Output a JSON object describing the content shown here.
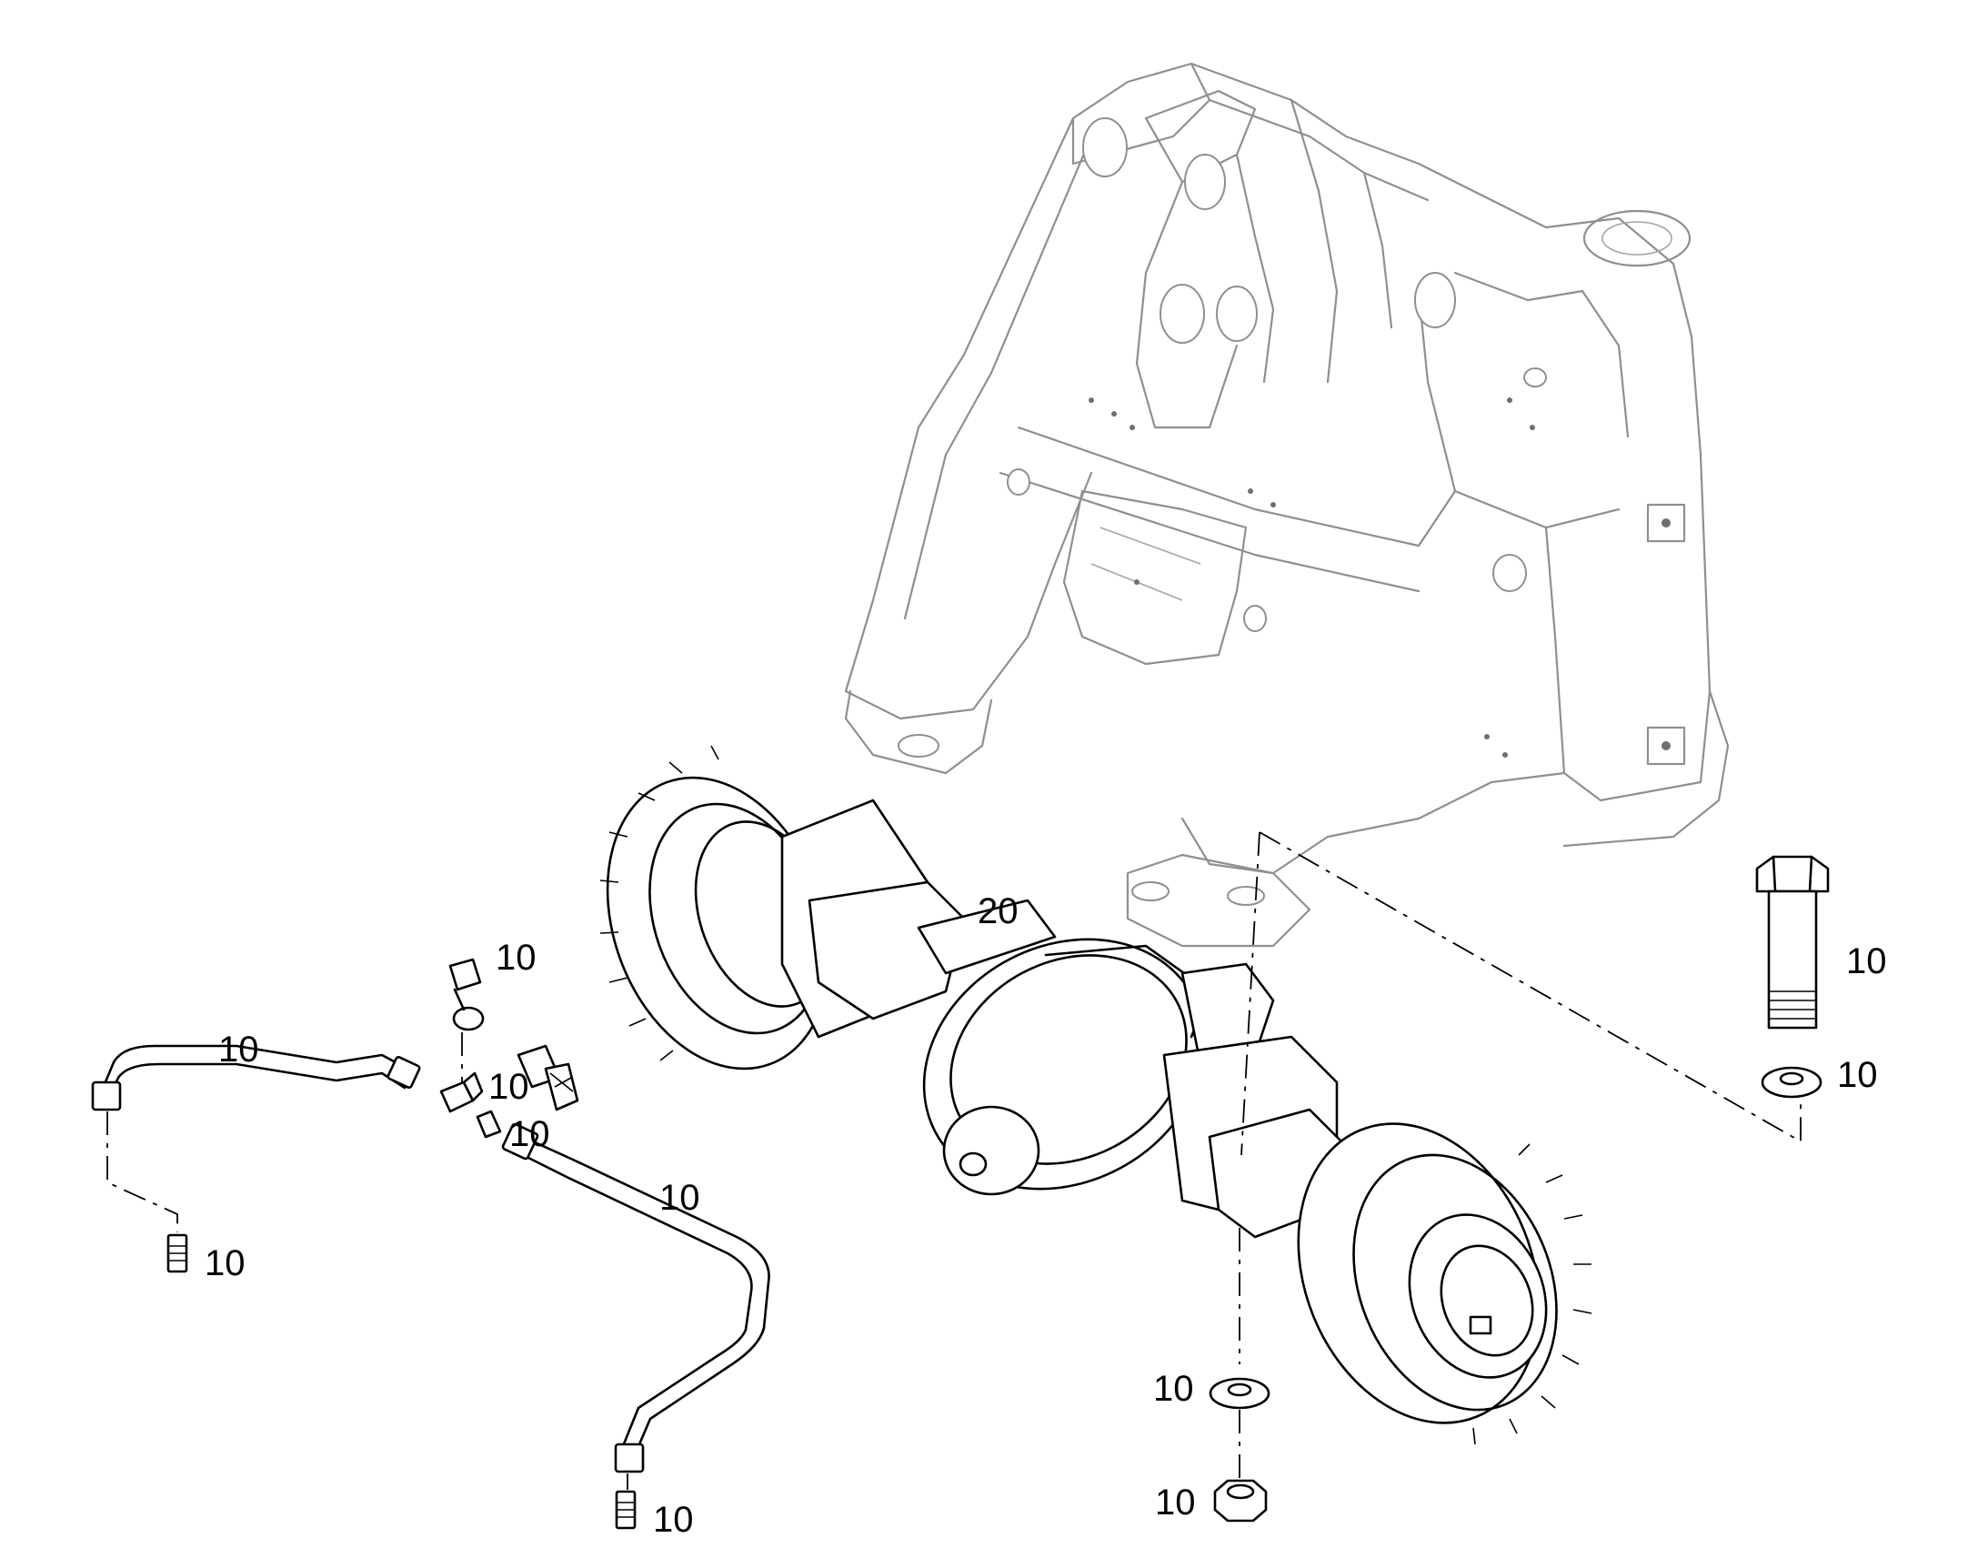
{
  "callouts": [
    {
      "label": "10"
    },
    {
      "label": "10"
    },
    {
      "label": "10"
    },
    {
      "label": "10"
    },
    {
      "label": "10"
    },
    {
      "label": "10"
    },
    {
      "label": "10"
    },
    {
      "label": "10"
    },
    {
      "label": "10"
    },
    {
      "label": "10"
    },
    {
      "label": "10"
    },
    {
      "label": "20"
    }
  ]
}
